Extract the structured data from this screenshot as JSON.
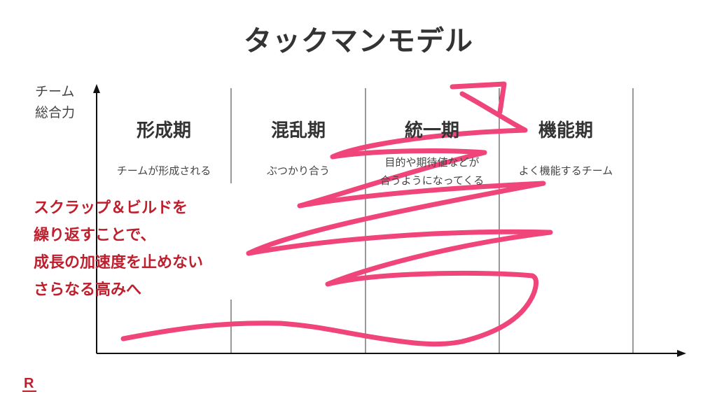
{
  "title": "タックマンモデル",
  "y_axis_label": [
    "チーム",
    "総合力"
  ],
  "stages": [
    {
      "name": "形成期",
      "description": [
        "チームが形成される"
      ]
    },
    {
      "name": "混乱期",
      "description": [
        "ぶつかり合う"
      ]
    },
    {
      "name": "統一期",
      "description": [
        "目的や期待値などが",
        "合うようになってくる"
      ]
    },
    {
      "name": "機能期",
      "description": [
        "よく機能するチーム"
      ]
    }
  ],
  "callout": [
    "スクラップ＆ビルドを",
    "繰り返すことで、",
    "成長の加速度を止めない",
    "さらなる高みへ"
  ],
  "logo": "R",
  "colors": {
    "text": "#333333",
    "axis": "#111111",
    "accent_red": "#bf1e2d",
    "scribble": "#f0457a"
  }
}
